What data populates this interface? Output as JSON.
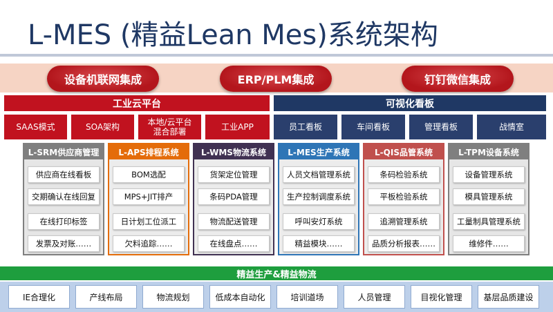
{
  "title": "L-MES (精益Lean Mes)系统架构",
  "integrations": [
    "设备机联网集成",
    "ERP/PLM集成",
    "钉钉微信集成"
  ],
  "cloud": {
    "label": "工业云平台",
    "items": [
      "SAAS模式",
      "SOA架构",
      "本地/云平台\n混合部署",
      "工业APP"
    ]
  },
  "board": {
    "label": "可视化看板",
    "items": [
      "员工看板",
      "车间看板",
      "管理看板",
      "战情室"
    ]
  },
  "modules": [
    {
      "title": "L-SRM供应商管理",
      "color": "#7f7f7f",
      "items": [
        "供应商在线看板",
        "交期确认在线回复",
        "在线打印标签",
        "发票及对账……"
      ]
    },
    {
      "title": "L-APS排程系统",
      "color": "#e46c0a",
      "items": [
        "BOM选配",
        "MPS+JIT排产",
        "日计划工位派工",
        "欠料追踪……"
      ]
    },
    {
      "title": "L-WMS物流系统",
      "color": "#403152",
      "items": [
        "货架定位管理",
        "条码PDA管理",
        "物流配送管理",
        "在线盘点……"
      ]
    },
    {
      "title": "L-MES生产系统",
      "color": "#2e75b6",
      "items": [
        "人员文档管理系统",
        "生产控制调度系统",
        "呼叫安灯系统",
        "精益模块……"
      ]
    },
    {
      "title": "L-QIS品管系统",
      "color": "#c0504d",
      "items": [
        "条码检验系统",
        "平板检验系统",
        "追溯管理系统",
        "品质分析报表……"
      ]
    },
    {
      "title": "L-TPM设备系统",
      "color": "#7f7f7f",
      "items": [
        "设备管理系统",
        "模具管理系统",
        "工量制具管理系统",
        "维修件……"
      ]
    }
  ],
  "lean": {
    "label": "精益生产&精益物流",
    "items": [
      "IE合理化",
      "产线布局",
      "物流规划",
      "低成本自动化",
      "培训道场",
      "人员管理",
      "目视化管理",
      "基层品质建设"
    ]
  }
}
